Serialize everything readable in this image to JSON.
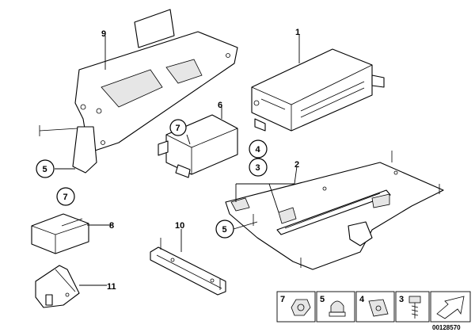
{
  "callouts": {
    "c1": "1",
    "c2": "2",
    "c3a": "3",
    "c4a": "4",
    "c5a": "5",
    "c5b": "5",
    "c6": "6",
    "c7a": "7",
    "c7b": "7",
    "c8": "8",
    "c9": "9",
    "c10": "10",
    "c11": "11"
  },
  "legend": {
    "items": [
      "7",
      "5",
      "4",
      "3"
    ]
  },
  "doc_number": "00128570"
}
